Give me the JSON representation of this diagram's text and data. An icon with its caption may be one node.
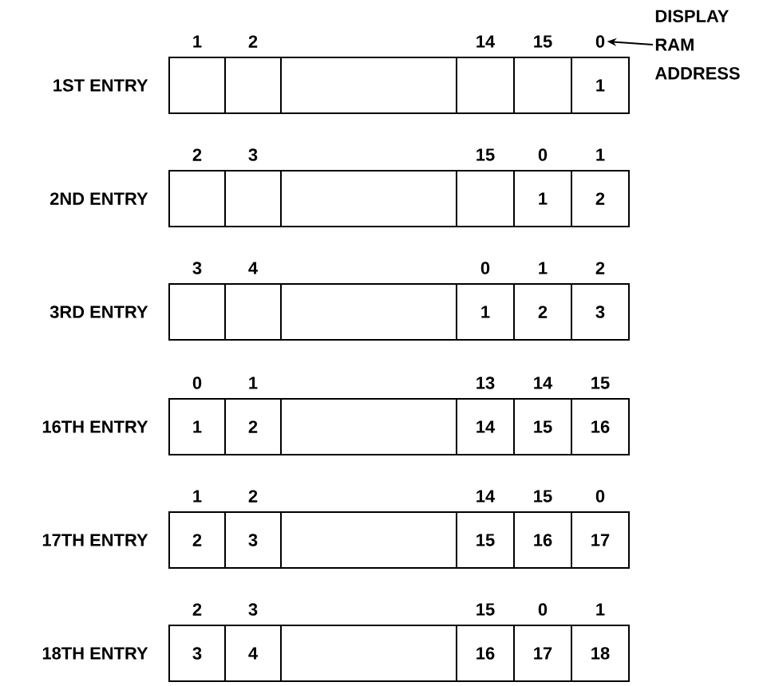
{
  "diagram": {
    "nodes": [
      {
        "text": [
          "0"
        ]
      },
      {
        "text": [
          "DISPLAY RAM ADDRESS"
        ]
      },
      {
        "text": [],
        "shape": "box"
      },
      {
        "text": [],
        "shape": "box"
      },
      {
        "text": [],
        "shape": "box"
      },
      {
        "text": [],
        "shape": "box"
      },
      {
        "text": [],
        "shape": "box"
      },
      {
        "text": [
          "1"
        ]
      },
      {
        "text": [],
        "shape": "box"
      },
      {
        "text": [],
        "shape": "box"
      },
      {
        "text": [],
        "shape": "box"
      },
      {
        "text": [],
        "shape": "box"
      },
      {
        "text": [
          "1"
        ]
      },
      {
        "text": [
          "2"
        ]
      },
      {
        "text": [],
        "shape": "box"
      },
      {
        "text": [],
        "shape": "box"
      },
      {
        "text": [],
        "shape": "box"
      },
      {
        "text": [
          "1"
        ]
      },
      {
        "text": [
          "2"
        ]
      },
      {
        "text": [
          "3"
        ]
      },
      {
        "text": [
          "1"
        ]
      },
      {
        "text": [
          "2"
        ]
      },
      {
        "text": [],
        "shape": "box"
      },
      {
        "text": [
          "14"
        ]
      },
      {
        "text": [
          "15"
        ]
      },
      {
        "text": [
          "16"
        ]
      },
      {
        "text": [
          "2"
        ]
      },
      {
        "text": [
          "3"
        ]
      },
      {
        "text": [],
        "shape": "box"
      },
      {
        "text": [
          "15"
        ]
      },
      {
        "text": [
          "16"
        ]
      },
      {
        "text": [
          "17"
        ]
      },
      {
        "text": [
          "3"
        ]
      },
      {
        "text": [
          "4"
        ]
      },
      {
        "text": [],
        "shape": "box"
      },
      {
        "text": [
          "16"
        ]
      },
      {
        "text": [
          "17"
        ]
      },
      {
        "text": [
          "18"
        ]
      }
    ],
    "edges": [
      {
        "from": 1,
        "to": 0,
        "arrow": "to"
      }
    ],
    "labels": [
      "1",
      "2",
      "14",
      "15",
      "1ST ENTRY",
      "2",
      "3",
      "15",
      "0",
      "1",
      "2ND ENTRY",
      "3",
      "4",
      "0",
      "1",
      "2",
      "3RD ENTRY",
      "0",
      "1",
      "13",
      "14",
      "15",
      "16TH ENTRY",
      "1",
      "2",
      "14",
      "15",
      "0",
      "17TH ENTRY",
      "2",
      "3",
      "15",
      "0",
      "1",
      "18TH ENTRY"
    ]
  }
}
